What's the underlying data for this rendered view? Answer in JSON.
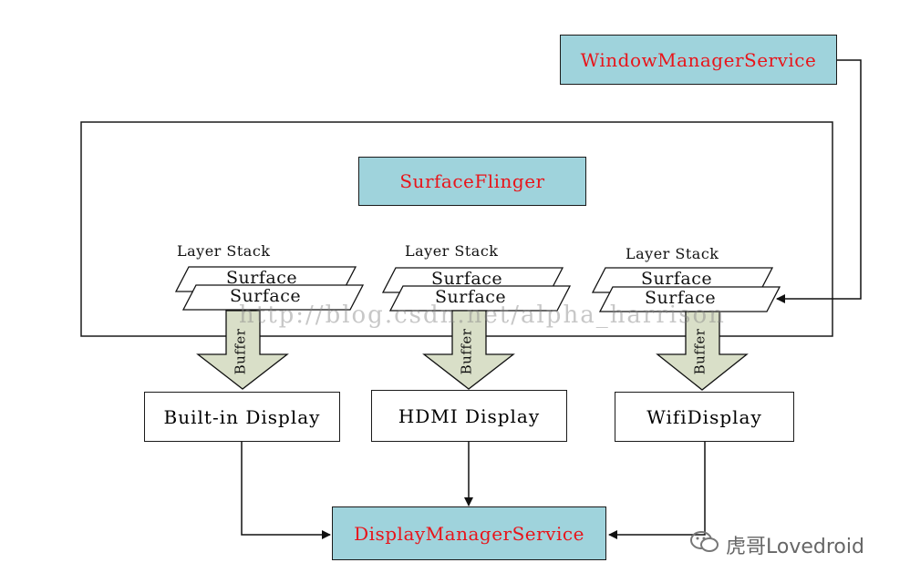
{
  "window_manager": "WindowManagerService",
  "surface_flinger": "SurfaceFlinger",
  "stacks": [
    {
      "title": "Layer Stack",
      "surface_back": "Surface",
      "surface_front": "Surface",
      "buffer": "Buffer",
      "display": "Built-in Display"
    },
    {
      "title": "Layer Stack",
      "surface_back": "Surface",
      "surface_front": "Surface",
      "buffer": "Buffer",
      "display": "HDMI Display"
    },
    {
      "title": "Layer Stack",
      "surface_back": "Surface",
      "surface_front": "Surface",
      "buffer": "Buffer",
      "display": "WifiDisplay"
    }
  ],
  "display_manager": "DisplayManagerService",
  "watermark": "http://blog.csdn.net/alpha_harrison",
  "brand": "虎哥Lovedroid",
  "colors": {
    "service_fill": "#9fd3dc",
    "service_text": "#e8141a",
    "arrow_fill": "#d9dfc8"
  }
}
